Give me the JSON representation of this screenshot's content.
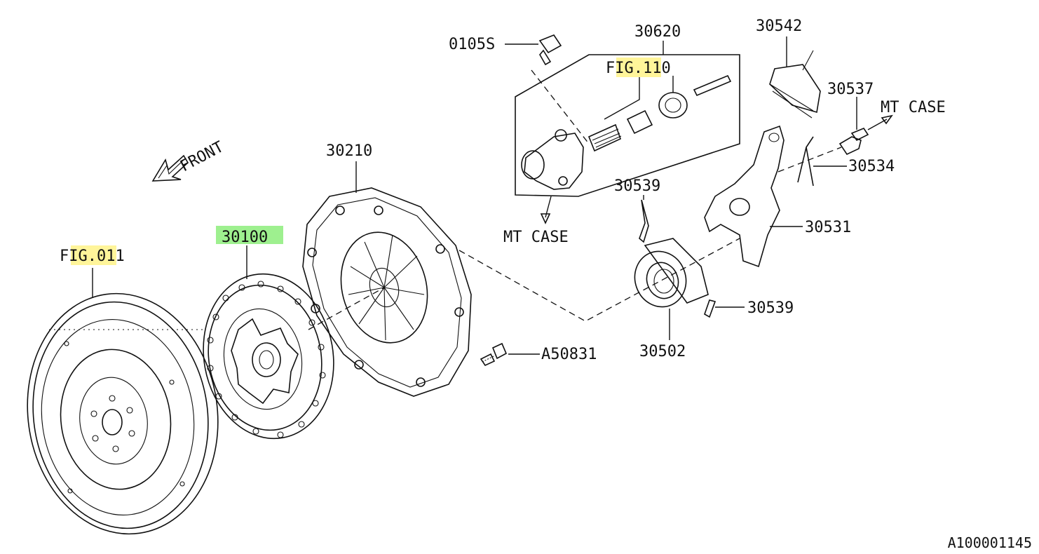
{
  "diagram": {
    "labels": {
      "fig_011": "FIG.011",
      "p30100": "30100",
      "p30210": "30210",
      "a50831": "A50831",
      "p0105s": "0105S",
      "p30620": "30620",
      "fig_110": "FIG.110",
      "mt_case_lower": "MT CASE",
      "p30539_top": "30539",
      "p30539_bottom": "30539",
      "p30502": "30502",
      "p30542": "30542",
      "p30537": "30537",
      "mt_case_right": "MT CASE",
      "p30534": "30534",
      "p30531": "30531",
      "front": "FRONT"
    },
    "footer_code": "A100001145"
  }
}
